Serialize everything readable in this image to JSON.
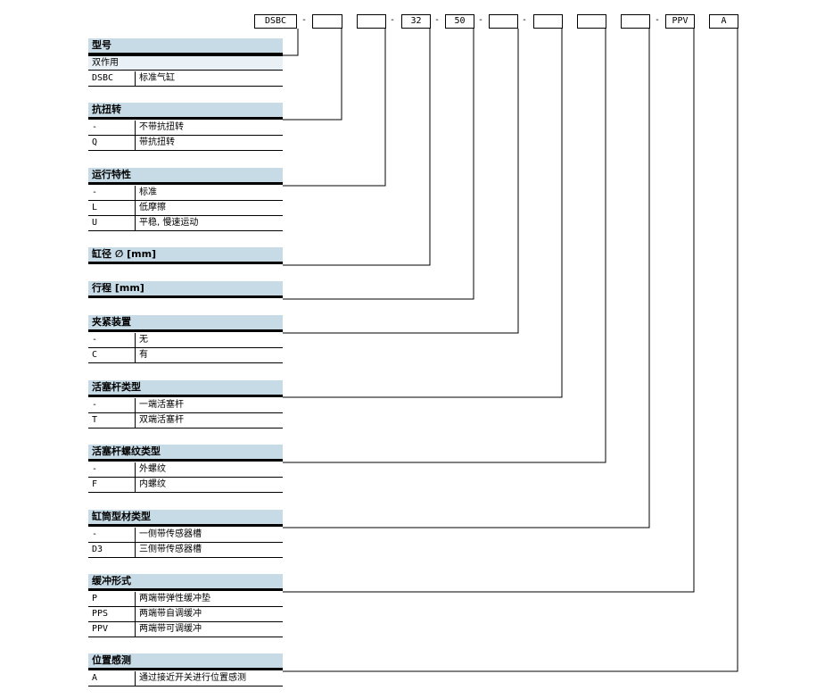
{
  "header_codes": [
    "DSBC",
    "",
    "",
    "32",
    "50",
    "",
    "",
    "",
    "",
    "PPV",
    "A"
  ],
  "dash": "-",
  "sections": [
    {
      "title": "型号",
      "rows": [
        {
          "code": "",
          "desc": "双作用",
          "full": true
        },
        {
          "code": "DSBC",
          "desc": "标准气缸"
        }
      ]
    },
    {
      "title": "抗扭转",
      "rows": [
        {
          "code": "-",
          "desc": "不带抗扭转"
        },
        {
          "code": "Q",
          "desc": "带抗扭转"
        }
      ]
    },
    {
      "title": "运行特性",
      "rows": [
        {
          "code": "-",
          "desc": "标准"
        },
        {
          "code": "L",
          "desc": "低摩擦"
        },
        {
          "code": "U",
          "desc": "平稳, 慢速运动"
        }
      ]
    },
    {
      "title": "缸径 ∅ [mm]",
      "rows": []
    },
    {
      "title": "行程 [mm]",
      "rows": []
    },
    {
      "title": "夹紧装置",
      "rows": [
        {
          "code": "-",
          "desc": "无"
        },
        {
          "code": "C",
          "desc": "有"
        }
      ]
    },
    {
      "title": "活塞杆类型",
      "rows": [
        {
          "code": "-",
          "desc": "一端活塞杆"
        },
        {
          "code": "T",
          "desc": "双端活塞杆"
        }
      ]
    },
    {
      "title": "活塞杆螺纹类型",
      "rows": [
        {
          "code": "-",
          "desc": "外螺纹"
        },
        {
          "code": "F",
          "desc": "内螺纹"
        }
      ]
    },
    {
      "title": "缸筒型材类型",
      "rows": [
        {
          "code": "-",
          "desc": "一侧带传感器槽"
        },
        {
          "code": "D3",
          "desc": "三侧带传感器槽"
        }
      ]
    },
    {
      "title": "缓冲形式",
      "rows": [
        {
          "code": "P",
          "desc": "两端带弹性缓冲垫"
        },
        {
          "code": "PPS",
          "desc": "两端带自调缓冲"
        },
        {
          "code": "PPV",
          "desc": "两端带可调缓冲"
        }
      ]
    },
    {
      "title": "位置感测",
      "rows": [
        {
          "code": "A",
          "desc": "通过接近开关进行位置感测"
        }
      ]
    }
  ]
}
